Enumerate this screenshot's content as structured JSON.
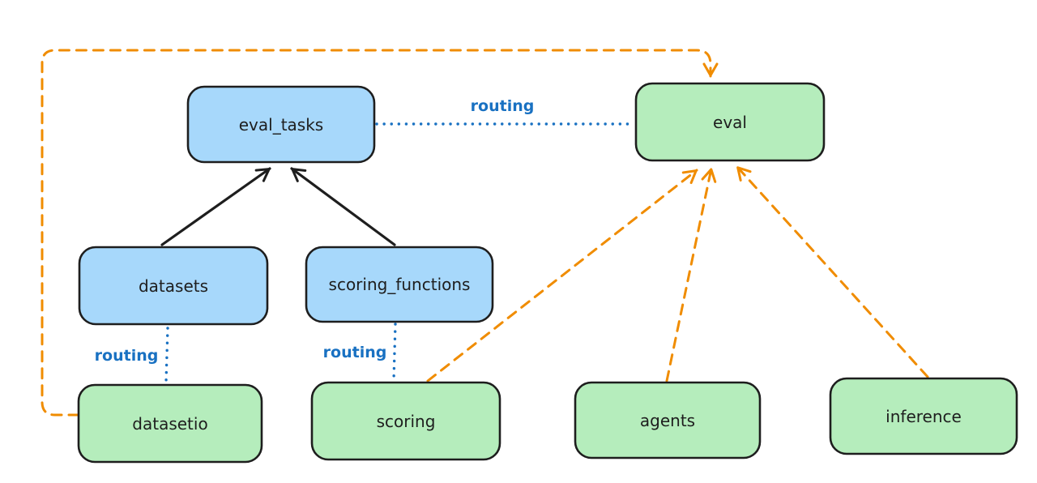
{
  "diagram_type": "architecture-routing-diagram",
  "colors": {
    "background": "#ffffff",
    "api_fill": "#a7d8fb",
    "provider_fill": "#b5edbc",
    "box_stroke": "#1e1e1e",
    "solid_arrow": "#1e1e1e",
    "routing_line": "#1971c2",
    "dashed_arrow": "#f08c00"
  },
  "nodes": [
    {
      "id": "eval_tasks",
      "label": "eval_tasks",
      "kind": "api"
    },
    {
      "id": "eval",
      "label": "eval",
      "kind": "provider"
    },
    {
      "id": "datasets",
      "label": "datasets",
      "kind": "api"
    },
    {
      "id": "scoring_functions",
      "label": "scoring_functions",
      "kind": "api"
    },
    {
      "id": "datasetio",
      "label": "datasetio",
      "kind": "provider"
    },
    {
      "id": "scoring",
      "label": "scoring",
      "kind": "provider"
    },
    {
      "id": "agents",
      "label": "agents",
      "kind": "provider"
    },
    {
      "id": "inference",
      "label": "inference",
      "kind": "provider"
    }
  ],
  "edges": [
    {
      "from": "datasets",
      "to": "eval_tasks",
      "style": "solid",
      "color": "black",
      "label": ""
    },
    {
      "from": "scoring_functions",
      "to": "eval_tasks",
      "style": "solid",
      "color": "black",
      "label": ""
    },
    {
      "from": "eval_tasks",
      "to": "eval",
      "style": "dotted",
      "color": "blue",
      "label": "routing"
    },
    {
      "from": "datasets",
      "to": "datasetio",
      "style": "dotted",
      "color": "blue",
      "label": "routing"
    },
    {
      "from": "scoring_functions",
      "to": "scoring",
      "style": "dotted",
      "color": "blue",
      "label": "routing"
    },
    {
      "from": "datasetio",
      "to": "eval",
      "style": "dashed",
      "color": "orange",
      "label": ""
    },
    {
      "from": "scoring",
      "to": "eval",
      "style": "dashed",
      "color": "orange",
      "label": ""
    },
    {
      "from": "agents",
      "to": "eval",
      "style": "dashed",
      "color": "orange",
      "label": ""
    },
    {
      "from": "inference",
      "to": "eval",
      "style": "dashed",
      "color": "orange",
      "label": ""
    }
  ]
}
